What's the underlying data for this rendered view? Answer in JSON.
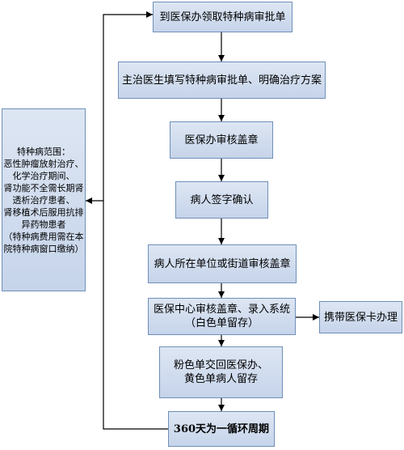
{
  "flow": {
    "step1": "到医保办领取特种病审批单",
    "step2": "主治医生填写特种病审批单、明确治疗方案",
    "step3": "医保办审核盖章",
    "step4": "病人签字确认",
    "step5": "病人所在单位或街道审核盖章",
    "step6": "医保中心审核盖章、录入系统\n（白色单留存）",
    "step6_side": "携带医保卡办理",
    "step7": "粉色单交回医保办、\n黄色单病人留存",
    "step8": "360天为一循环周期"
  },
  "sidebar": {
    "note": "特种病范围：\n恶性肿瘤放射治疗、\n化学治疗期间、\n肾功能不全需长期肾\n透析治疗患者、\n肾移植术后服用抗排\n异药物患者\n（特种病费用需在本\n院特种病窗口缴纳）"
  },
  "colors": {
    "box_fill_top": "#dde6f3",
    "box_fill_bottom": "#c6d4ea",
    "box_border": "#6f8fb8",
    "arrow": "#000000"
  }
}
